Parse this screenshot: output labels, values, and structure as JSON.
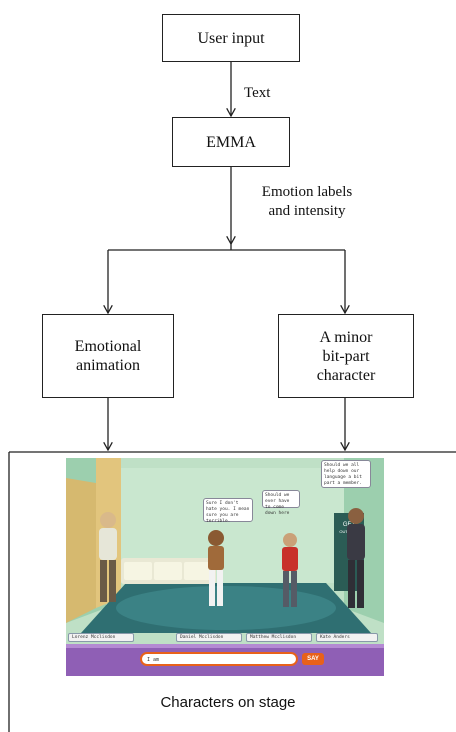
{
  "nodes": {
    "user_input": "User input",
    "emma": "EMMA",
    "emotional_animation_line1": "Emotional",
    "emotional_animation_line2": "animation",
    "bit_part_line1": "A minor",
    "bit_part_line2": "bit-part",
    "bit_part_line3": "character"
  },
  "edges": {
    "text_label": "Text",
    "emotion_labels_line1": "Emotion labels",
    "emotion_labels_line2": "and intensity"
  },
  "stage": {
    "caption": "Characters on stage",
    "name_tags": [
      "Lorenz Mcclisdon",
      "Daniel Mcclisdon",
      "Matthew Mcclisdon",
      "Kate Anders"
    ],
    "chat_input_value": "I am",
    "say_button": "SAY",
    "exit_sign": "GET\nOUT NOW",
    "bubbles": [
      "Sure I don't hate you. I mean sure you are terrible.",
      "Should we ever have to come down here",
      "Should we all help down our language a bit part a member."
    ]
  },
  "colors": {
    "wall": "#bfe0c6",
    "floor": "#2f6f72",
    "bottom_bar": "#8f5fb5",
    "say_button": "#e8611a"
  }
}
